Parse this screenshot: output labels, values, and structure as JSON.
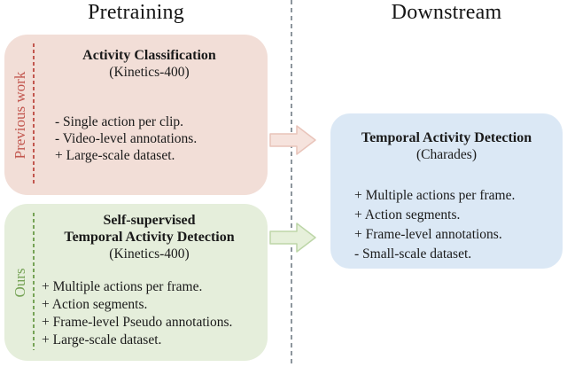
{
  "figure": {
    "columns": {
      "pretraining": "Pretraining",
      "downstream": "Downstream"
    }
  },
  "boxes": {
    "previous_work": {
      "side_label": "Previous work",
      "title": "Activity Classification",
      "dataset": "(Kinetics-400)",
      "items": [
        "- Single action per clip.",
        "- Video-level annotations.",
        "+ Large-scale dataset."
      ]
    },
    "ours": {
      "side_label": "Ours",
      "title_line1": "Self-supervised",
      "title_line2": "Temporal Activity Detection",
      "dataset": "(Kinetics-400)",
      "items": [
        "+ Multiple actions per frame.",
        "+ Action segments.",
        "+ Frame-level Pseudo annotations.",
        "+ Large-scale dataset."
      ]
    },
    "downstream": {
      "title": "Temporal Activity Detection",
      "dataset": "(Charades)",
      "items": [
        "+ Multiple actions per frame.",
        "+ Action segments.",
        "+ Frame-level annotations.",
        "- Small-scale dataset."
      ]
    }
  },
  "colors": {
    "previous_work_fill": "#f2ded7",
    "previous_work_accent": "#c2574f",
    "ours_fill": "#e5eedb",
    "ours_accent": "#76a356",
    "downstream_fill": "#dbe8f5",
    "arrow_top_fill": "#f6e3dd",
    "arrow_top_stroke": "#e9c4ba",
    "arrow_bottom_fill": "#e6f0da",
    "arrow_bottom_stroke": "#bdd6a8",
    "divider": "#8d969d",
    "text": "#1a1a1a"
  }
}
